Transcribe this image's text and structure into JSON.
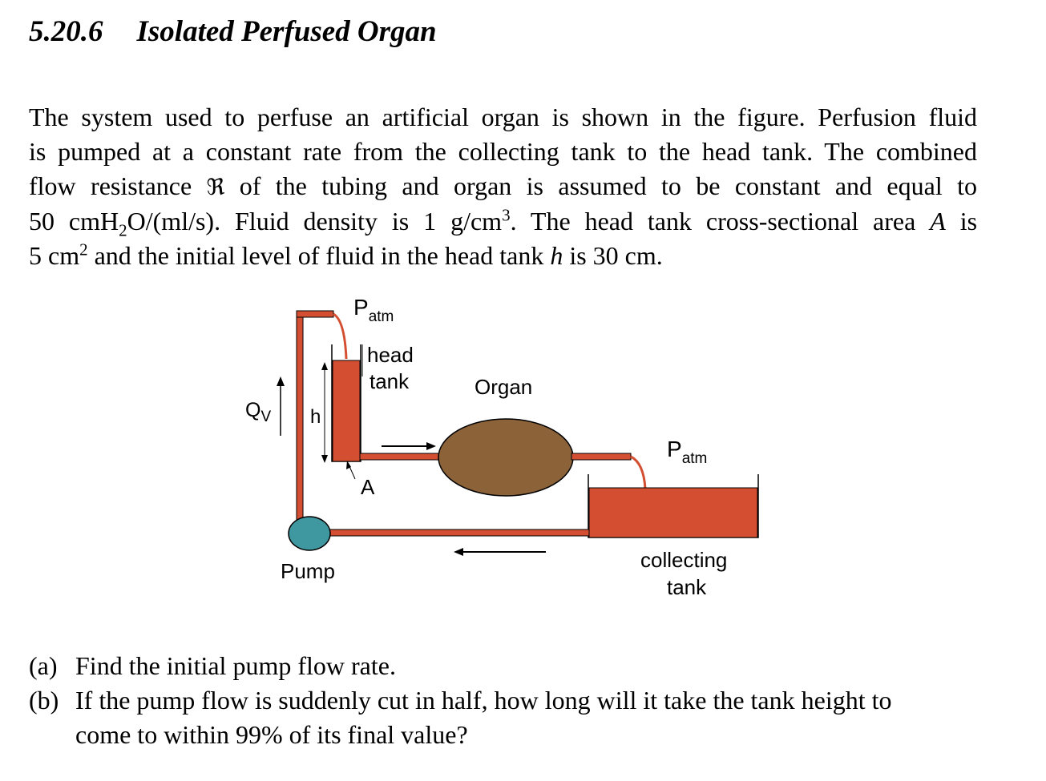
{
  "section": {
    "number": "5.20.6",
    "title": "Isolated Perfused Organ"
  },
  "paragraph": {
    "line1": "The system used to perfuse an artificial organ is shown in the figure. Perfusion fluid",
    "line2": "is pumped at a constant rate from the collecting tank to the head tank. The combined",
    "line3_pre": "flow resistance ",
    "line3_symbol": "ℜ",
    "line3_post": " of the tubing and organ is assumed to be constant and equal to",
    "line4_a": "50 cmH",
    "line4_sub": "2",
    "line4_b": "O/(ml/s). Fluid density is 1 g/cm",
    "line4_sup": "3",
    "line4_c": ". The head tank cross-sectional area ",
    "line4_var": "A",
    "line4_d": " is",
    "line5_a": "5 cm",
    "line5_sup": "2",
    "line5_b": " and the initial level of fluid in the head tank ",
    "line5_var": "h",
    "line5_c": " is 30 cm."
  },
  "figure": {
    "patm_top_main": "P",
    "patm_top_sub": "atm",
    "head_tank_line1": "head",
    "head_tank_line2": "tank",
    "organ_label": "Organ",
    "patm_right_main": "P",
    "patm_right_sub": "atm",
    "qv_main": "Q",
    "qv_sub": "V",
    "h_label": "h",
    "a_label": "A",
    "pump_label": "Pump",
    "collecting_line1": "collecting",
    "collecting_line2": "tank",
    "colors": {
      "fluid": "#d44f31",
      "organ": "#8c6239",
      "pump": "#3f97a0",
      "outline": "#000000"
    }
  },
  "questions": [
    {
      "mark": "(a)",
      "text": "Find the initial pump flow rate."
    },
    {
      "mark": "(b)",
      "text": "If the pump flow is suddenly cut in half, how long will it take the tank height to"
    },
    {
      "mark": "",
      "text": "come to within 99% of its final value?"
    }
  ]
}
